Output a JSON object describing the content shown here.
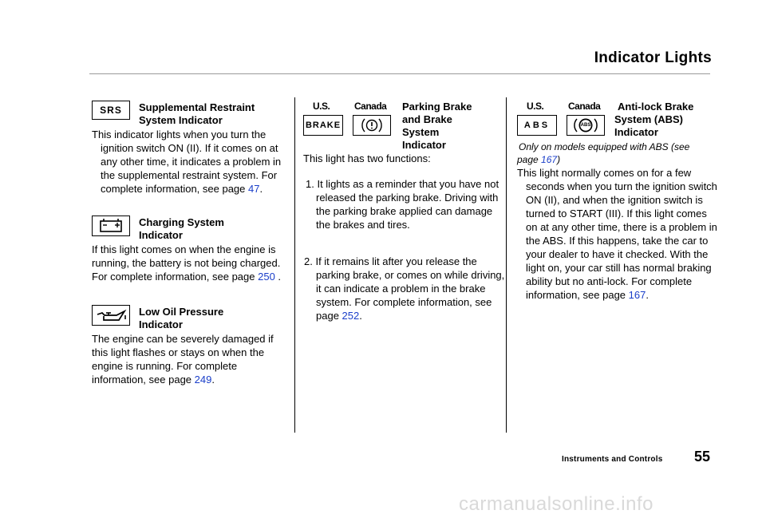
{
  "header": {
    "title": "Indicator Lights"
  },
  "srs": {
    "badge": "SRS",
    "heading_line1": "Supplemental Restraint",
    "heading_line2": "System Indicator",
    "text": "This indicator lights when you turn the ignition switch ON (II). If it comes on at any other time, it indicates a problem in the supplemental restraint system. For complete information, see page ",
    "page_ref": "47",
    "suffix": "."
  },
  "charging": {
    "heading_line1": "Charging System",
    "heading_line2": "Indicator",
    "text": "If this light comes on when the engine is running, the battery is not being charged. For complete information, see page ",
    "page_ref": "250",
    "suffix": " ."
  },
  "oil": {
    "heading_line1": "Low Oil Pressure",
    "heading_line2": "Indicator",
    "text": "The engine can be severely damaged if this light flashes or stays on when the engine is running. For complete information, see page ",
    "page_ref": "249",
    "suffix": "."
  },
  "brake": {
    "us_label": "U.S.",
    "canada_label": "Canada",
    "badge": "BRAKE",
    "heading_line1": "Parking Brake",
    "heading_line2": "and Brake",
    "heading_line3": "System",
    "heading_line4": "Indicator",
    "intro": "This light has two functions:",
    "item1": "1. It lights as a reminder that you have not released the parking brake. Driving with the parking brake applied can damage the brakes and tires.",
    "item2_text": "2. If it remains lit after you release the parking brake, or comes on while driving, it can indicate a problem in the brake system. For complete information, see page ",
    "item2_page": "252",
    "item2_suffix": "."
  },
  "abs": {
    "us_label": "U.S.",
    "canada_label": "Canada",
    "badge": "ABS",
    "canada_badge": "ABS",
    "heading_line1": "Anti-lock Brake",
    "heading_line2": "System (ABS)",
    "heading_line3": "Indicator",
    "note_prefix": "Only on models equipped with ABS (see page ",
    "note_page": "167",
    "note_suffix": ")",
    "text": "This light normally comes on for a few seconds when you turn the ignition switch ON (II), and when the ignition switch is turned to START (III). If this light comes on at any other time, there is a problem in the ABS. If this happens, take the car to your dealer to have it checked. With the light on, your car still has normal braking ability but no anti-lock. For complete information, see page ",
    "page_ref": "167",
    "suffix": "."
  },
  "footer": {
    "section": "Instruments and Controls",
    "page_number": "55",
    "watermark": "carmanualsonline.info"
  }
}
